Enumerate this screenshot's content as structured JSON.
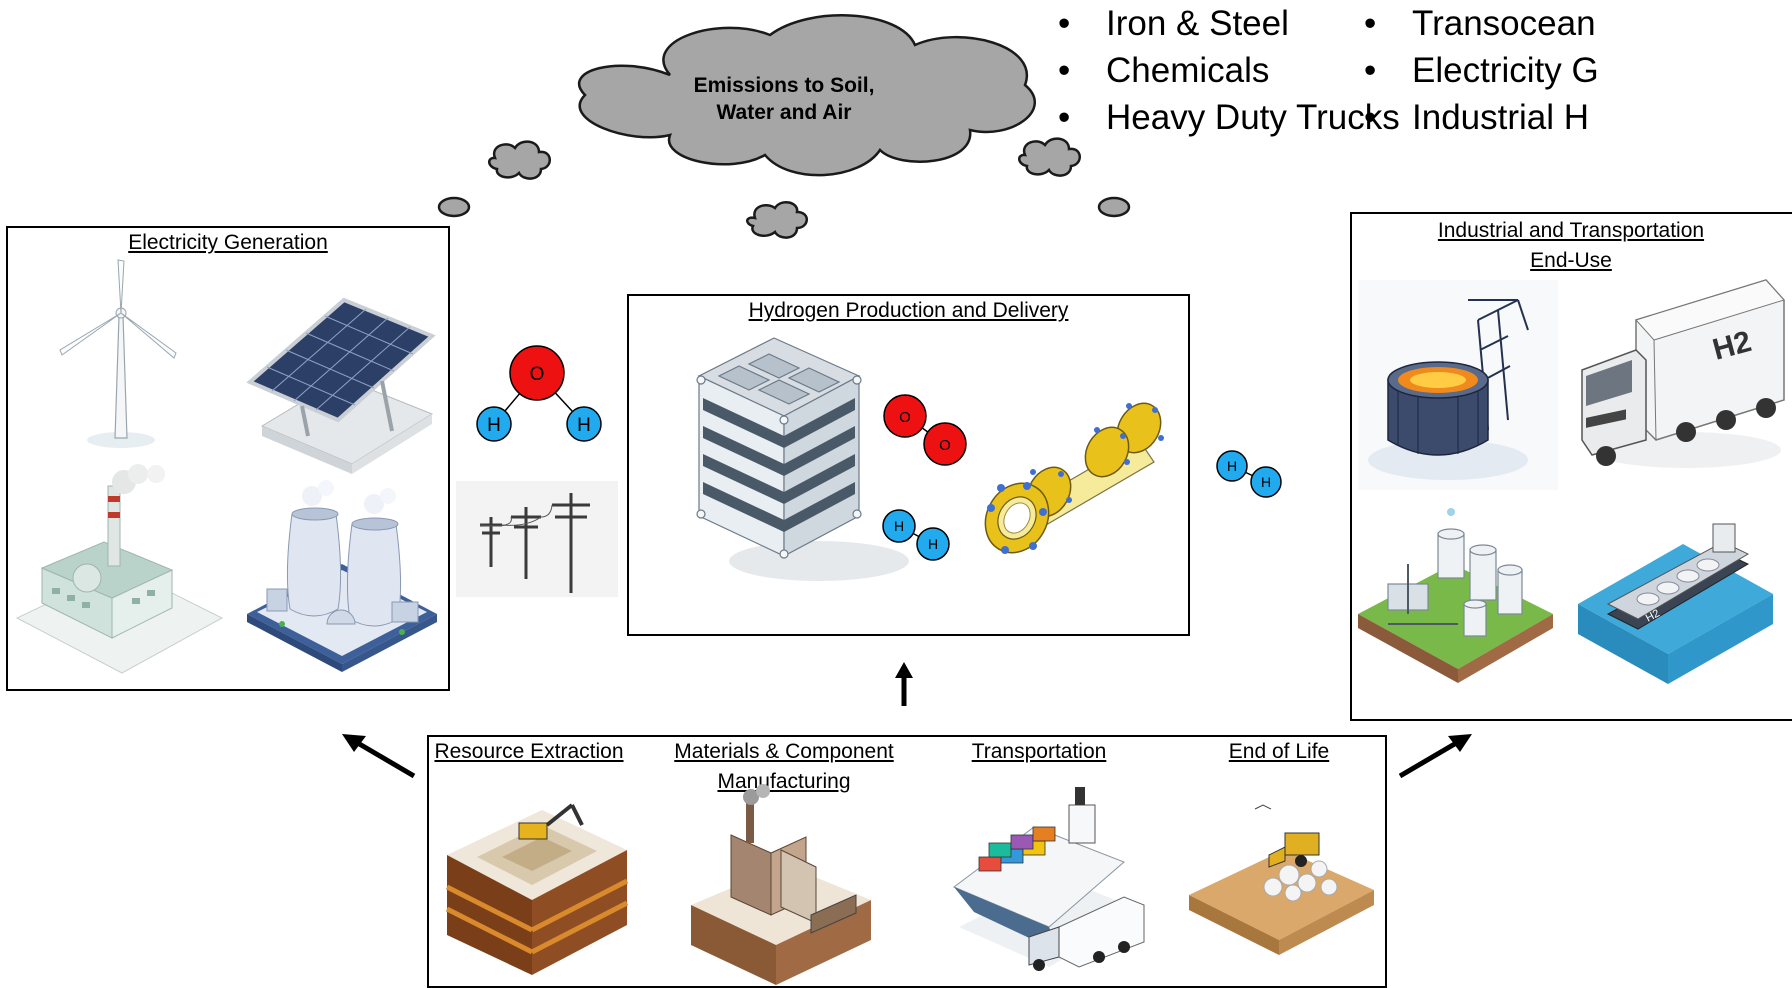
{
  "cloud": {
    "line1": "Emissions to Soil,",
    "line2": "Water and Air"
  },
  "end_uses_left": [
    "Iron & Steel",
    "Chemicals",
    "Heavy Duty Trucks"
  ],
  "end_uses_right": [
    "Transocean",
    "Electricity G",
    "Industrial H"
  ],
  "electricity_generation": {
    "title": "Electricity Generation",
    "icons": [
      "wind-turbine-icon",
      "solar-panel-icon",
      "coal-plant-icon",
      "nuclear-plant-icon"
    ]
  },
  "hydrogen_production": {
    "title": "Hydrogen Production and Delivery",
    "icons": [
      "electrolyzer-stack-icon",
      "pipeline-icon"
    ]
  },
  "end_use_box": {
    "title_line1": "Industrial and Transportation",
    "title_line2": "End-Use",
    "icons": [
      "steel-furnace-icon",
      "h2-truck-icon",
      "chemical-plant-icon",
      "h2-ship-icon"
    ],
    "truck_label": "H2",
    "ship_label": "H2"
  },
  "lifecycle": {
    "stages": [
      {
        "label": "Resource Extraction",
        "label2": ""
      },
      {
        "label": "Materials & Component",
        "label2": "Manufacturing"
      },
      {
        "label": "Transportation",
        "label2": ""
      },
      {
        "label": "End of Life",
        "label2": ""
      }
    ]
  },
  "molecules": {
    "water": {
      "o": "O",
      "h": "H"
    },
    "oxygen": "O",
    "hydrogen": "H"
  },
  "bullet_char": "•",
  "colors": {
    "oxygen": "#ee1111",
    "hydrogen": "#22aaee",
    "cloud": "#a6a6a6",
    "pipeline": "#f5eb9a",
    "flange": "#e8c21a"
  }
}
